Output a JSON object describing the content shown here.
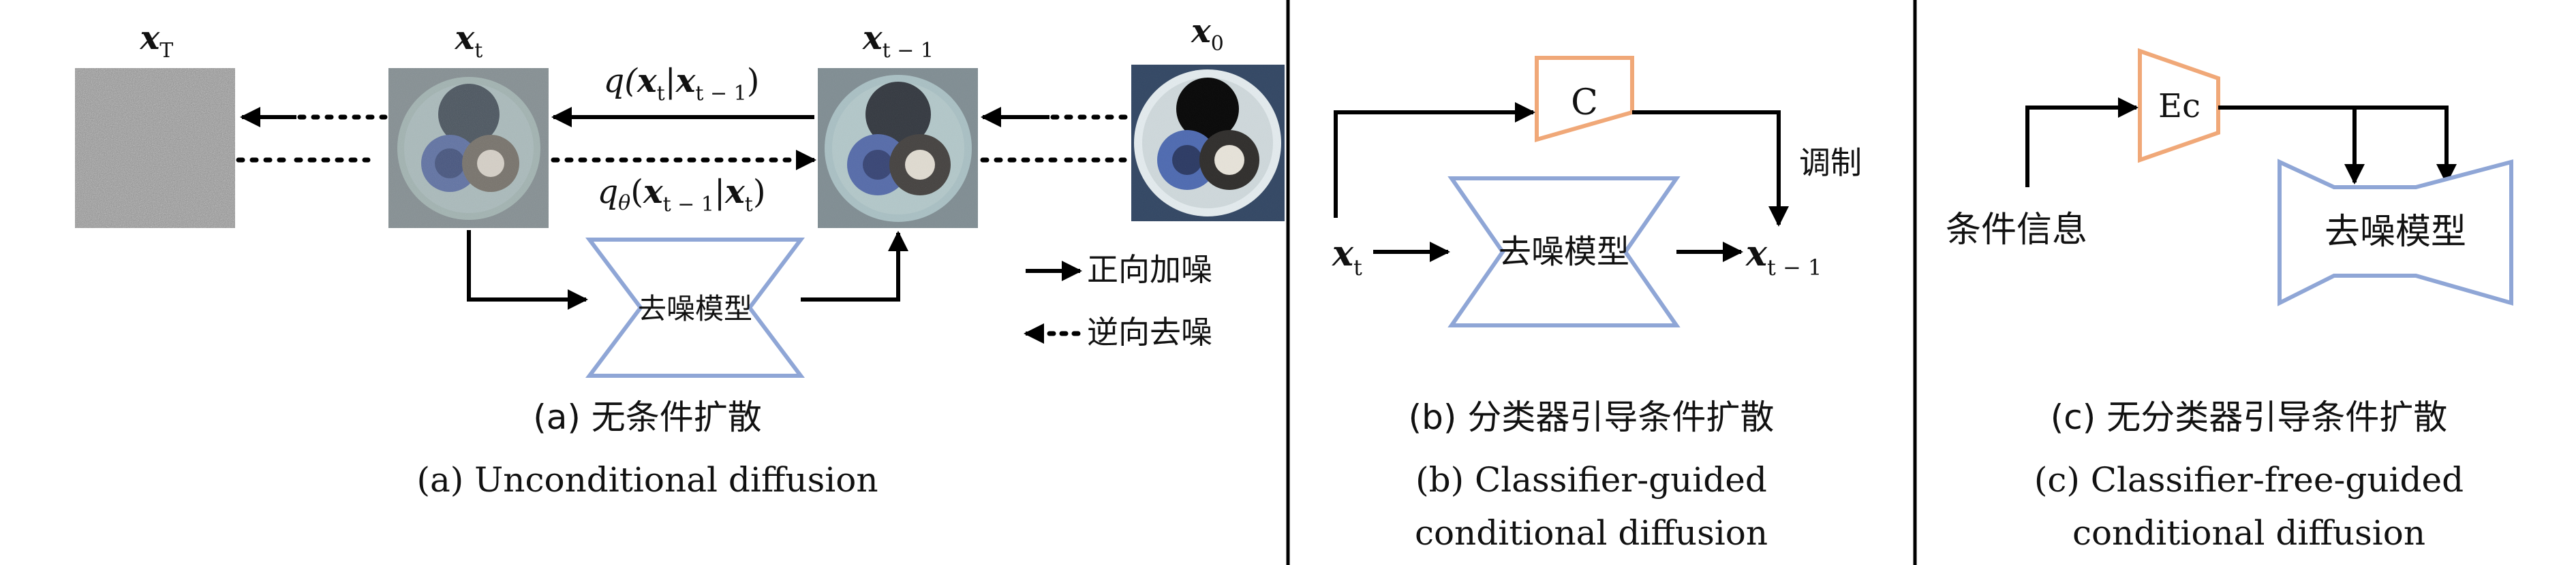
{
  "panel_a": {
    "labels": {
      "xT": "x",
      "xT_sub": "T",
      "xt": "x",
      "xt_sub": "t",
      "xt1": "x",
      "xt1_sub": "t − 1",
      "x0": "x",
      "x0_sub": "0"
    },
    "q_forward": {
      "q": "q(",
      "x1": "x",
      "s1": "t",
      "bar": "|",
      "x2": "x",
      "s2": "t − 1",
      "close": ")"
    },
    "q_reverse": {
      "q": "q",
      "theta": "θ",
      "open": "(",
      "x1": "x",
      "s1": "t − 1",
      "bar": "|",
      "x2": "x",
      "s2": "t",
      "close": ")"
    },
    "denoiser": "去噪模型",
    "legend": {
      "forward": "正向加噪",
      "reverse": "逆向去噪"
    },
    "caption_zh": "(a) 无条件扩散",
    "caption_en": "(a) Unconditional diffusion"
  },
  "panel_b": {
    "classifier": "C",
    "modulate": "调制",
    "input_x": "x",
    "input_sub": "t",
    "output_x": "x",
    "output_sub": "t − 1",
    "denoiser": "去噪模型",
    "caption_zh": "(b) 分类器引导条件扩散",
    "caption_en_1": "(b) Classifier-guided",
    "caption_en_2": "conditional diffusion"
  },
  "panel_c": {
    "encoder": "Ec",
    "condition": "条件信息",
    "denoiser": "去噪模型",
    "caption_zh": "(c) 无分类器引导条件扩散",
    "caption_en_1": "(c) Classifier-free-guided",
    "caption_en_2": "conditional diffusion"
  },
  "colors": {
    "denoiser_stroke": "#8fa6d6",
    "classifier_stroke": "#f0a878",
    "arrow": "#000000",
    "noise": "#8a8a8a"
  }
}
